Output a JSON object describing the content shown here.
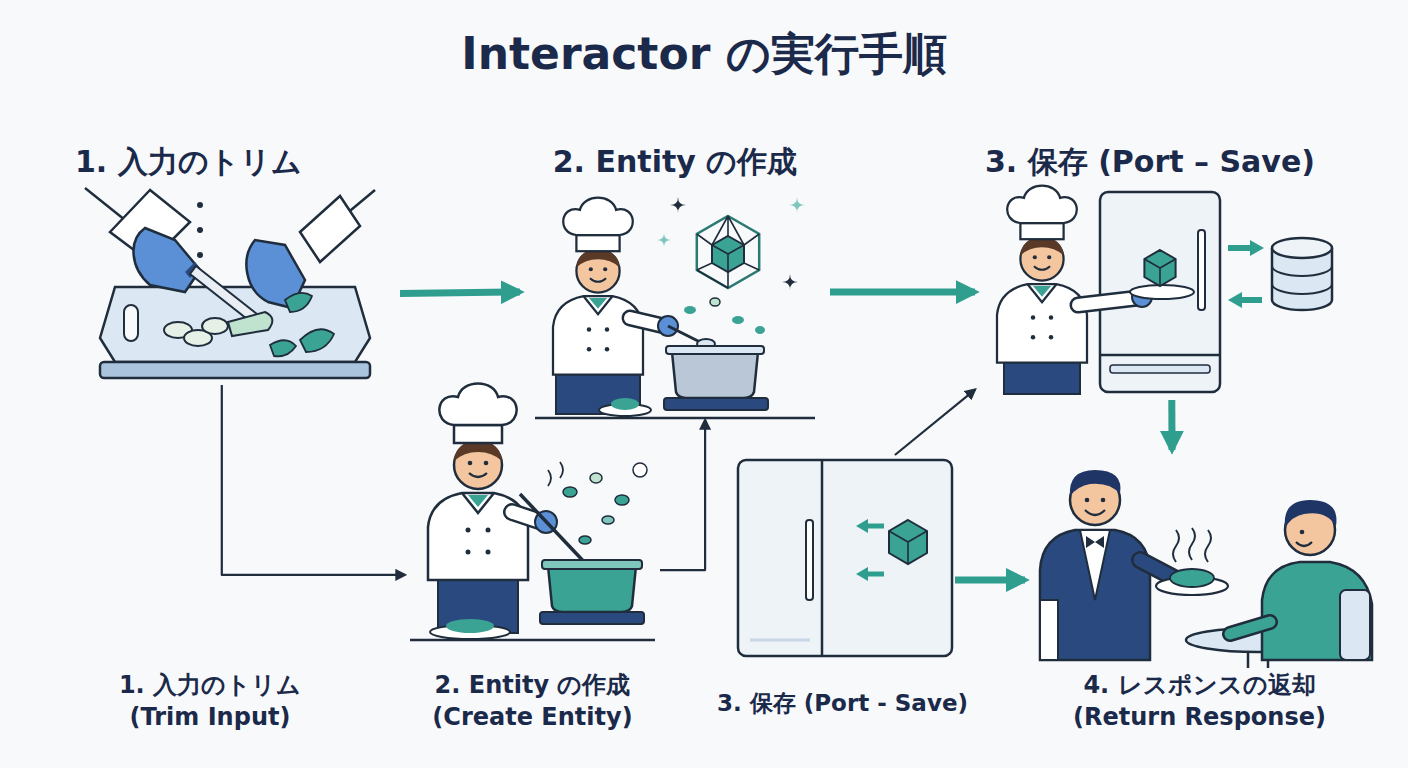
{
  "diagram": {
    "title": "Interactor の実行手順",
    "nodes": [
      {
        "text": [
          "1. 入力のトリム"
        ]
      },
      {
        "text": [
          "2. Entity の作成"
        ]
      },
      {
        "text": [
          "3. 保存 (Port – Save)"
        ]
      },
      {
        "text": [
          "2. Entity の作成 (Create Entity)"
        ]
      },
      {
        "text": [
          "3. 保存 (Port - Save)"
        ]
      },
      {
        "text": [
          "4. レスポンスの返却 (Return Response)"
        ]
      }
    ],
    "edges": [
      {
        "from": 0,
        "to": 1,
        "arrow": "to"
      },
      {
        "from": 1,
        "to": 2,
        "arrow": "to"
      },
      {
        "from": 0,
        "to": 3,
        "arrow": "to"
      },
      {
        "from": 3,
        "to": 1,
        "arrow": "to"
      },
      {
        "from": 4,
        "to": 2,
        "arrow": "to"
      },
      {
        "from": 4,
        "to": 5,
        "arrow": "to"
      },
      {
        "from": 2,
        "to": 5,
        "arrow": "to"
      }
    ],
    "labels": [
      "1. 入力のトリム (Trim Input)"
    ]
  }
}
